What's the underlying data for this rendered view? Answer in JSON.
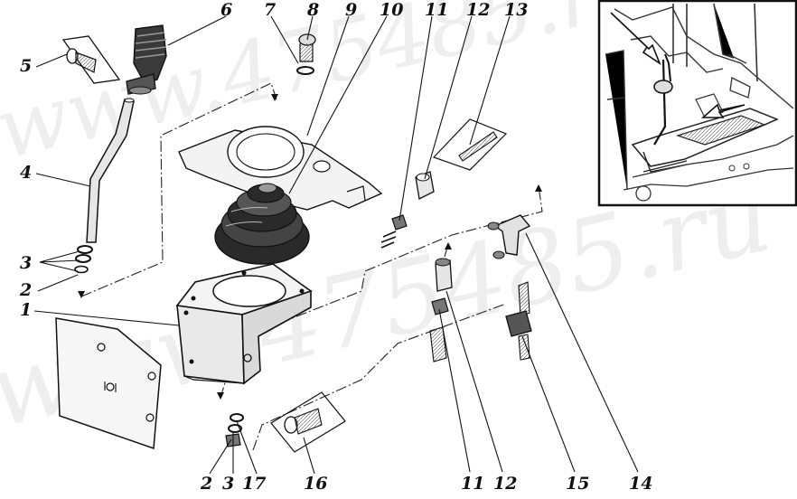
{
  "diagram": {
    "watermark_text": "www.475485.ru",
    "callouts": [
      {
        "id": "c6",
        "label": "6"
      },
      {
        "id": "c7",
        "label": "7"
      },
      {
        "id": "c8",
        "label": "8"
      },
      {
        "id": "c9",
        "label": "9"
      },
      {
        "id": "c10",
        "label": "10"
      },
      {
        "id": "c11t",
        "label": "11"
      },
      {
        "id": "c12t",
        "label": "12"
      },
      {
        "id": "c13",
        "label": "13"
      },
      {
        "id": "c5",
        "label": "5"
      },
      {
        "id": "c4",
        "label": "4"
      },
      {
        "id": "c3l",
        "label": "3"
      },
      {
        "id": "c2l",
        "label": "2"
      },
      {
        "id": "c1",
        "label": "1"
      },
      {
        "id": "c2b",
        "label": "2"
      },
      {
        "id": "c3b",
        "label": "3"
      },
      {
        "id": "c17",
        "label": "17"
      },
      {
        "id": "c16",
        "label": "16"
      },
      {
        "id": "c11b",
        "label": "11"
      },
      {
        "id": "c12b",
        "label": "12"
      },
      {
        "id": "c15",
        "label": "15"
      },
      {
        "id": "c14",
        "label": "14"
      }
    ]
  }
}
